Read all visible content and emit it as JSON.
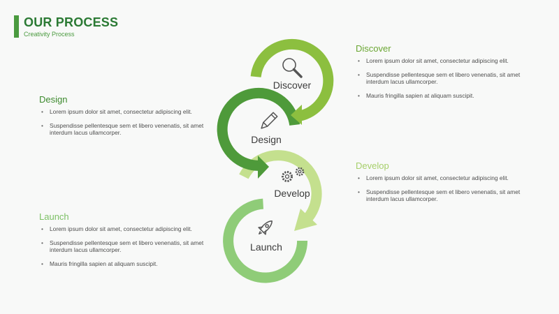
{
  "header": {
    "title": "OUR PROCESS",
    "subtitle": "Creativity Process"
  },
  "colors": {
    "discover": "#8cbf3f",
    "design": "#4e9a3a",
    "develop": "#c4e08e",
    "launch": "#8fcc78",
    "accent": "#4a9a3f"
  },
  "steps": [
    {
      "label": "Discover",
      "icon": "magnifier-icon"
    },
    {
      "label": "Design",
      "icon": "pencil-icon"
    },
    {
      "label": "Develop",
      "icon": "gears-icon"
    },
    {
      "label": "Launch",
      "icon": "rocket-icon"
    }
  ],
  "sections": {
    "discover": {
      "title": "Discover",
      "bullets": [
        "Lorem ipsum dolor sit amet, consectetur adipiscing elit.",
        "Suspendisse pellentesque sem et libero venenatis, sit amet interdum  lacus ullamcorper.",
        "Mauris fringilla sapien at aliquam suscipit."
      ]
    },
    "design": {
      "title": "Design",
      "bullets": [
        "Lorem ipsum dolor sit amet, consectetur adipiscing elit.",
        "Suspendisse pellentesque sem et libero venenatis, sit amet interdum  lacus ullamcorper."
      ]
    },
    "develop": {
      "title": "Develop",
      "bullets": [
        "Lorem ipsum dolor sit amet, consectetur adipiscing elit.",
        "Suspendisse pellentesque sem et libero venenatis, sit amet interdum  lacus ullamcorper."
      ]
    },
    "launch": {
      "title": "Launch",
      "bullets": [
        "Lorem ipsum dolor sit amet, consectetur adipiscing elit.",
        "Suspendisse pellentesque sem et libero venenatis, sit amet interdum  lacus ullamcorper.",
        "Mauris fringilla sapien at aliquam suscipit."
      ]
    }
  }
}
